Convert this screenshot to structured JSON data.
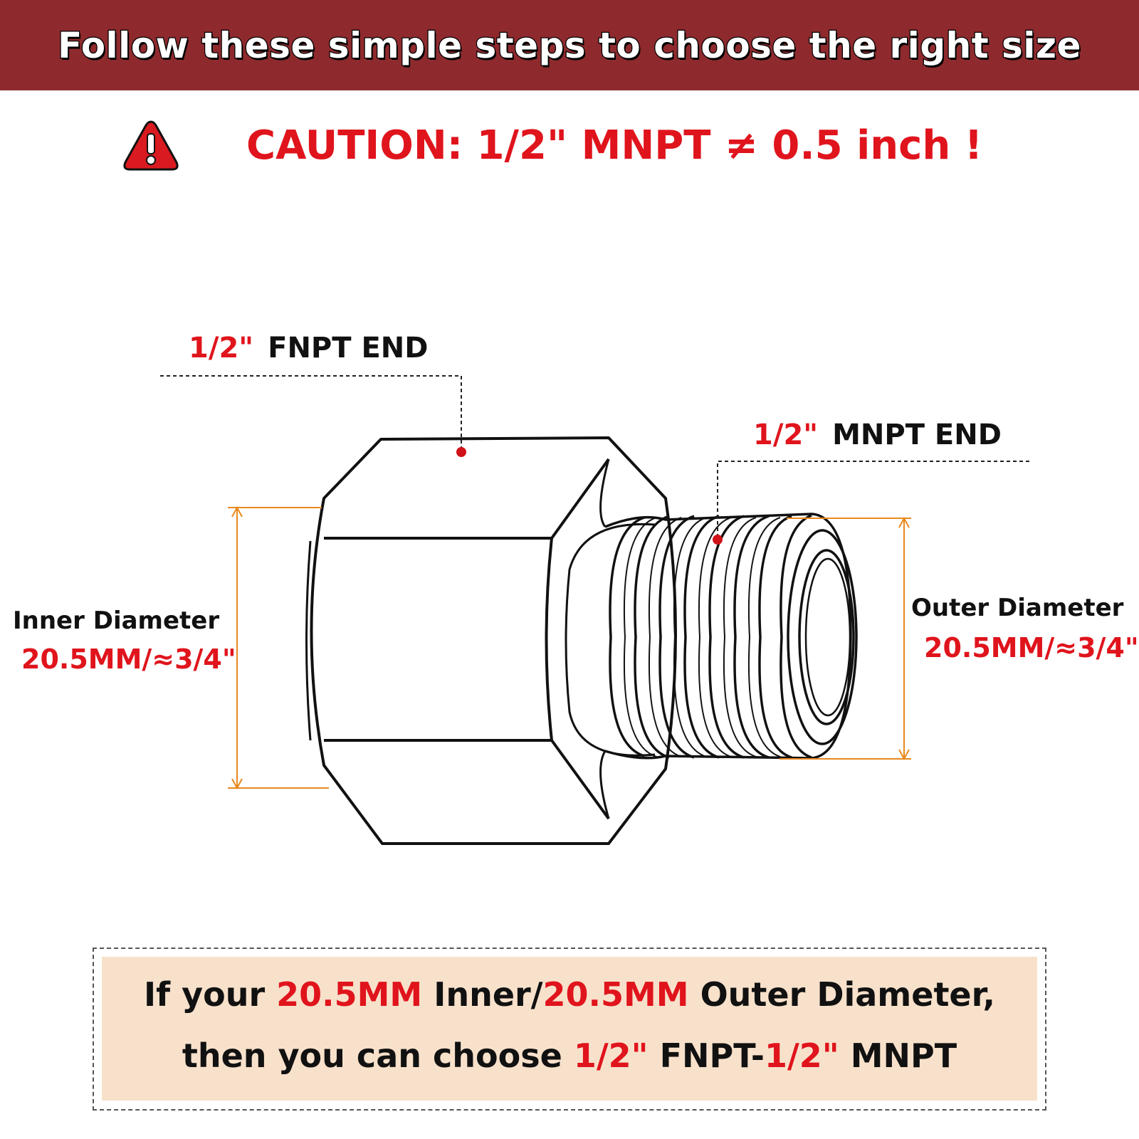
{
  "banner": {
    "title": "Follow these simple steps to choose the right size"
  },
  "caution": {
    "icon": "warning-triangle-icon",
    "text": "CAUTION: 1/2\" MNPT ≠ 0.5 inch !"
  },
  "diagram": {
    "fnpt_end": {
      "size": "1/2\"",
      "label": "FNPT END"
    },
    "mnpt_end": {
      "size": "1/2\"",
      "label": "MNPT END"
    },
    "inner": {
      "name": "Inner Diameter",
      "value": "20.5MM/≈3/4\""
    },
    "outer": {
      "name": "Outer Diameter",
      "value": "20.5MM/≈3/4\""
    }
  },
  "info": {
    "line1": {
      "prefix": "If your ",
      "inner_value": "20.5MM",
      "mid": " Inner/",
      "outer_value": "20.5MM",
      "suffix": " Outer Diameter,"
    },
    "line2": {
      "prefix": "then you can choose ",
      "size1": "1/2\"",
      "mid": " FNPT-",
      "size2": "1/2\"",
      "suffix": " MNPT"
    }
  },
  "colors": {
    "banner_bg": "#8e2a2e",
    "accent_red": "#e0141c",
    "dimension_orange": "#e8891e",
    "info_bg": "#f8e1cb"
  }
}
